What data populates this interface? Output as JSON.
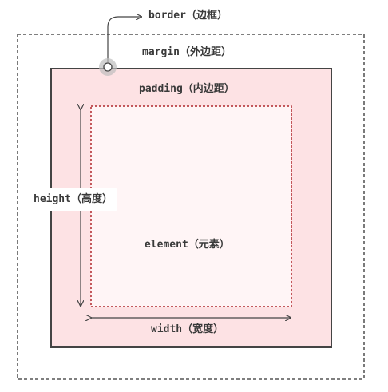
{
  "labels": {
    "border": "border（边框）",
    "margin": "margin（外边距）",
    "padding": "padding（内边距）",
    "height": "height（高度）",
    "element": "element（元素）",
    "width": "width（宽度）"
  },
  "colors": {
    "margin_outline": "#333333",
    "border_stroke": "#444444",
    "padding_fill": "#fde2e4",
    "content_fill": "#fff5f6",
    "content_outline": "#b0282c",
    "arrow": "#444444",
    "marker_halo": "#bdbdbd"
  }
}
